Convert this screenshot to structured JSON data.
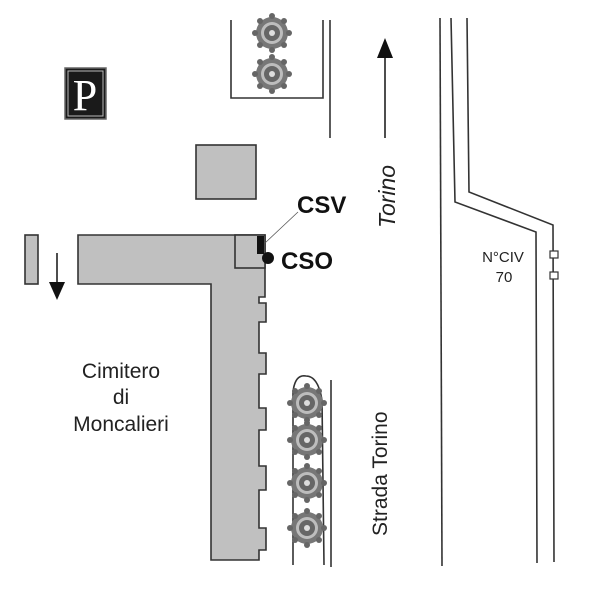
{
  "map": {
    "labels": {
      "parking": "P",
      "csv": "CSV",
      "cso": "CSO",
      "torino_direction": "Torino",
      "street": "Strada Torino",
      "civic_number_line1": "N°CIV",
      "civic_number_line2": "70",
      "cemetery_line1": "Cimitero",
      "cemetery_line2": "di",
      "cemetery_line3": "Moncalieri"
    },
    "colors": {
      "building_fill": "#c0c0c0",
      "outline": "#333333",
      "tree": "#666666",
      "parking_bg": "#1a1a1a"
    }
  }
}
